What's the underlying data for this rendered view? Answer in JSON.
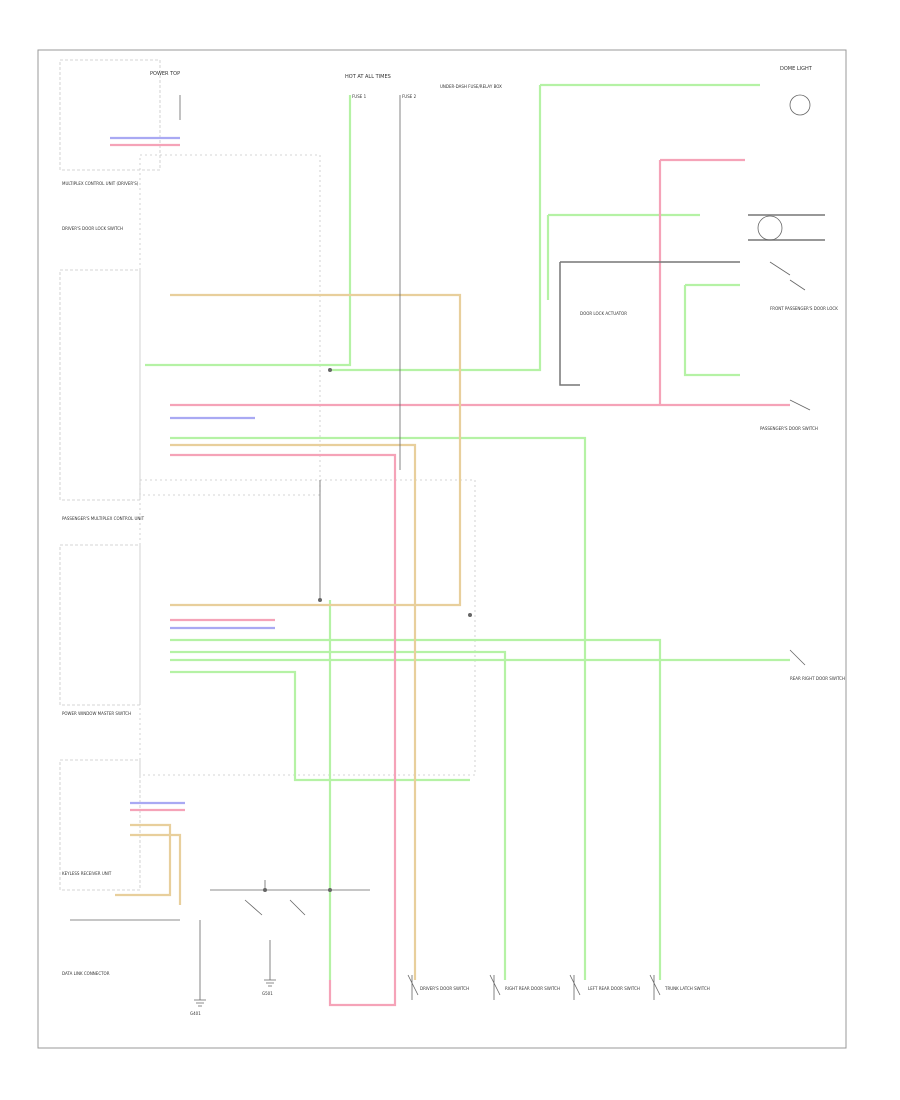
{
  "page_label": "",
  "top_labels": {
    "hot_in_all": "HOT AT ALL TIMES",
    "fuse_a": "FUSE 1",
    "fuse_b": "FUSE 2",
    "fuse_box": "UNDER-DASH FUSE/RELAY BOX",
    "dome_light": "DOME LIGHT",
    "power_top": "POWER TOP"
  },
  "left_modules": {
    "multiplex": "MULTIPLEX CONTROL UNIT (DRIVER'S)",
    "driver_switch": "DRIVER'S DOOR LOCK SWITCH",
    "passenger_module": "PASSENGER'S MULTIPLEX CONTROL UNIT",
    "power_window": "POWER WINDOW MASTER SWITCH",
    "keyless": "KEYLESS RECEIVER UNIT",
    "data_link": "DATA LINK CONNECTOR"
  },
  "right_labels": {
    "front_door_lock": "FRONT PASSENGER'S DOOR LOCK",
    "passenger_switch": "PASSENGER'S DOOR SWITCH",
    "rear_lock_right": "REAR RIGHT DOOR SWITCH",
    "door_lock_actuator": "DOOR LOCK ACTUATOR"
  },
  "bottom_labels": {
    "driver_door": "DRIVER'S DOOR SWITCH",
    "right_rear_door": "RIGHT REAR DOOR SWITCH",
    "left_rear_door": "LEFT REAR DOOR SWITCH",
    "trunk": "TRUNK LATCH SWITCH",
    "ground_a": "G401",
    "ground_b": "G501"
  }
}
